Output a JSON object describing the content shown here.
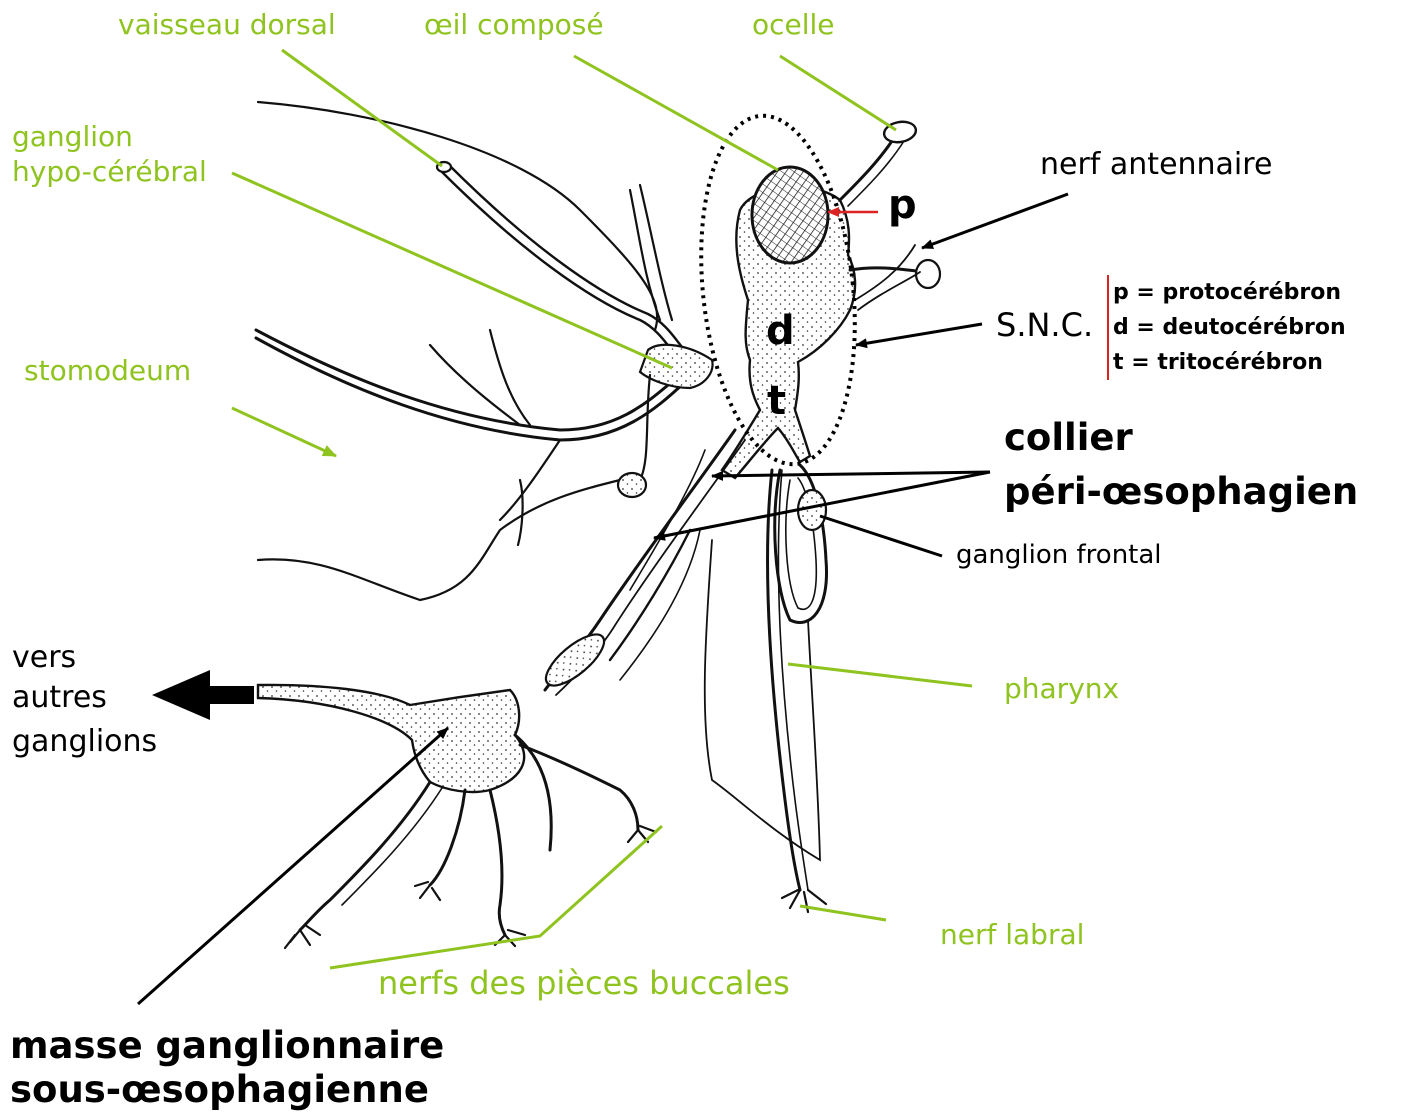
{
  "labels": {
    "vaisseau_dorsal": "vaisseau dorsal",
    "oeil_compose": "œil composé",
    "ocelle": "ocelle",
    "ganglion_hypo_line1": "ganglion",
    "ganglion_hypo_line2": "hypo-cérébral",
    "nerf_antennaire": "nerf antennaire",
    "stomodeum": "stomodeum",
    "snc": "S.N.C.",
    "collier_line1": "collier",
    "collier_line2": "péri-œsophagien",
    "ganglion_frontal": "ganglion frontal",
    "pharynx": "pharynx",
    "vers_line1": "vers",
    "vers_line2": "autres",
    "vers_line3": "ganglions",
    "nerf_labral": "nerf labral",
    "nerfs_pieces": "nerfs des pièces buccales",
    "masse_line1": "masse ganglionnaire",
    "masse_line2": "sous-œsophagienne"
  },
  "segments": {
    "p": "p",
    "d": "d",
    "t": "t"
  },
  "legend": [
    {
      "key": "p",
      "sep": "=",
      "name": "protocérébron"
    },
    {
      "key": "d",
      "sep": "=",
      "name": "deutocérébron"
    },
    {
      "key": "t",
      "sep": "=",
      "name": "tritocérébron"
    }
  ],
  "colors": {
    "label_green": "#8fc31f",
    "pointer_red": "#dd2222",
    "ink": "#000000"
  }
}
